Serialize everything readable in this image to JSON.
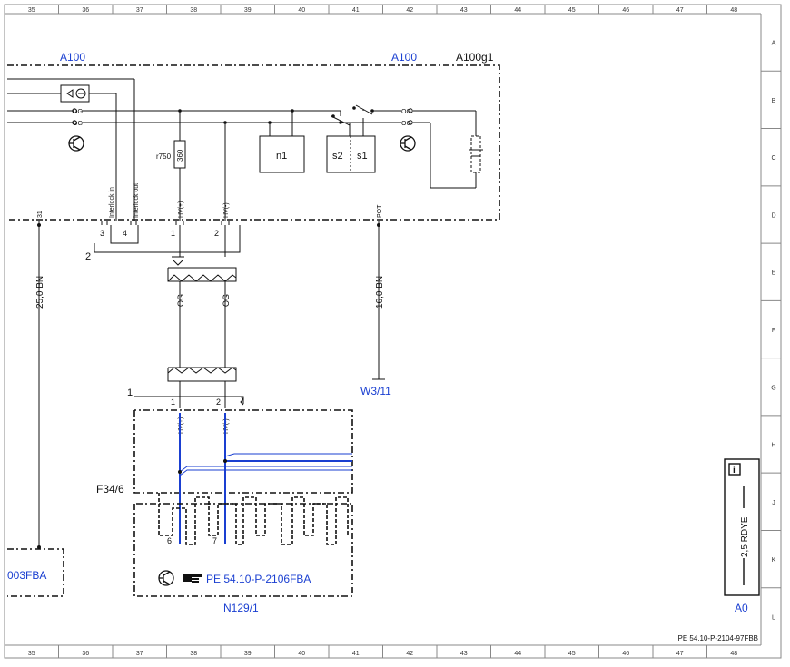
{
  "frame": {
    "columns": [
      "35",
      "36",
      "37",
      "38",
      "39",
      "40",
      "41",
      "42",
      "43",
      "44",
      "45",
      "46",
      "47",
      "48"
    ],
    "rows": [
      "A",
      "B",
      "C",
      "D",
      "E",
      "F",
      "G",
      "H",
      "J",
      "K",
      "L"
    ],
    "footer_code": "PE 54.10-P-2104-97FBB"
  },
  "modules": {
    "a100_left": "A100",
    "a100_right": "A100",
    "a100g1": "A100g1",
    "f34_6": "F34/6",
    "n129_1": "N129/1",
    "a0": "A0",
    "fba_left": "003FBA",
    "w3_11": "W3/11",
    "pe_ref": "PE 54.10-P-2106FBA"
  },
  "components": {
    "resistor_value": "360",
    "resistor_name": "r750",
    "n1": "n1",
    "s2": "s2",
    "s1": "s1",
    "og": "OG",
    "info_icon": "i"
  },
  "pins": {
    "interlock_in": "Interlock in",
    "interlock_out": "Interlock out",
    "hv_plus": "HV(+)",
    "hv_minus": "HV(-)",
    "pin31": "31",
    "pot": "POT",
    "p3": "3",
    "p4": "4",
    "p1": "1",
    "p2": "2",
    "bundle2": "2",
    "bundle1": "1",
    "lower_p1": "1",
    "lower_p2": "2",
    "lower_hv_plus": "HV(+)",
    "lower_hv_minus": "HV(-)",
    "p6": "6",
    "p7": "7"
  },
  "wires": {
    "og_left": "OG",
    "og_right": "OG",
    "w_25bn": "25,0 BN",
    "w_16bn": "16,0 BN",
    "w_rdye": "2,5 RDYE"
  },
  "colors": {
    "line": "#111111",
    "label_blue": "#1a3fd1",
    "wire_blue": "#1a3fd1",
    "frame_line": "#888888"
  }
}
